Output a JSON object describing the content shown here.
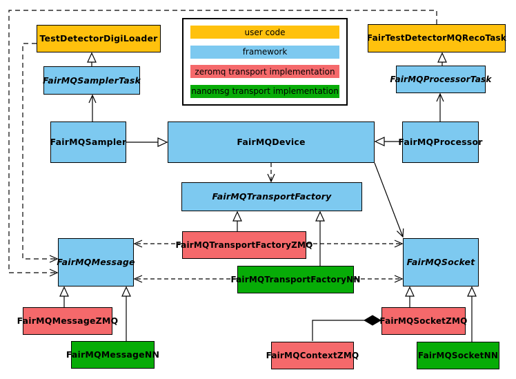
{
  "colors": {
    "user_code": "#FFC10D",
    "framework": "#7DC9F0",
    "zeromq": "#F5696B",
    "nanomsg": "#07AC07"
  },
  "legend": {
    "items": [
      {
        "label": "user code",
        "color_key": "user_code"
      },
      {
        "label": "framework",
        "color_key": "framework"
      },
      {
        "label": "zeromq transport implementation",
        "color_key": "zeromq"
      },
      {
        "label": "nanomsg transport implementation",
        "color_key": "nanomsg"
      }
    ]
  },
  "nodes": {
    "testDetectorDigiLoader": {
      "label": "TestDetectorDigiLoader",
      "category": "user code"
    },
    "fairTestDetectorMQRecoTask": {
      "label": "FairTestDetectorMQRecoTask",
      "category": "user code"
    },
    "fairMQSamplerTask": {
      "label": "FairMQSamplerTask",
      "category": "framework",
      "abstract": true
    },
    "fairMQProcessorTask": {
      "label": "FairMQProcessorTask",
      "category": "framework",
      "abstract": true
    },
    "fairMQSampler": {
      "label": "FairMQSampler",
      "category": "framework"
    },
    "fairMQDevice": {
      "label": "FairMQDevice",
      "category": "framework"
    },
    "fairMQProcessor": {
      "label": "FairMQProcessor",
      "category": "framework"
    },
    "fairMQTransportFactory": {
      "label": "FairMQTransportFactory",
      "category": "framework",
      "abstract": true
    },
    "fairMQTransportFactoryZMQ": {
      "label": "FairMQTransportFactoryZMQ",
      "category": "zeromq"
    },
    "fairMQTransportFactoryNN": {
      "label": "FairMQTransportFactoryNN",
      "category": "nanomsg"
    },
    "fairMQMessage": {
      "label": "FairMQMessage",
      "category": "framework",
      "abstract": true
    },
    "fairMQSocket": {
      "label": "FairMQSocket",
      "category": "framework",
      "abstract": true
    },
    "fairMQMessageZMQ": {
      "label": "FairMQMessageZMQ",
      "category": "zeromq"
    },
    "fairMQMessageNN": {
      "label": "FairMQMessageNN",
      "category": "nanomsg"
    },
    "fairMQSocketZMQ": {
      "label": "FairMQSocketZMQ",
      "category": "zeromq"
    },
    "fairMQContextZMQ": {
      "label": "FairMQContextZMQ",
      "category": "zeromq"
    },
    "fairMQSocketNN": {
      "label": "FairMQSocketNN",
      "category": "nanomsg"
    }
  }
}
